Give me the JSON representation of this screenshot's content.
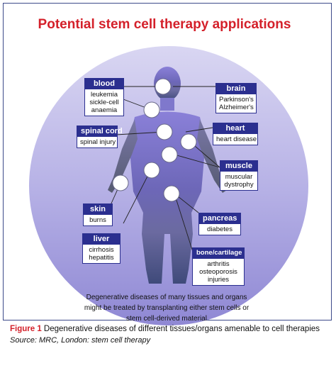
{
  "title": "Potential stem cell therapy applications",
  "labels": {
    "blood": {
      "header": "blood",
      "lines": [
        "leukemia",
        "sickle-cell",
        "anaemia"
      ]
    },
    "brain": {
      "header": "brain",
      "lines": [
        "Parkinson's",
        "Alzheimer's"
      ]
    },
    "spinal_cord": {
      "header": "spinal cord",
      "lines": [
        "spinal injury"
      ]
    },
    "heart": {
      "header": "heart",
      "lines": [
        "heart disease"
      ]
    },
    "muscle": {
      "header": "muscle",
      "lines": [
        "muscular",
        "dystrophy"
      ]
    },
    "skin": {
      "header": "skin",
      "lines": [
        "burns"
      ]
    },
    "pancreas": {
      "header": "pancreas",
      "lines": [
        "diabetes"
      ]
    },
    "liver": {
      "header": "liver",
      "lines": [
        "cirrhosis",
        "hepatitis"
      ]
    },
    "bone": {
      "header": "bone/cartilage",
      "lines": [
        "arthritis",
        "osteoporosis",
        "injuries"
      ]
    }
  },
  "description": [
    "Degenerative diseases of many tissues and organs",
    "might be treated by transplanting either stem cells or",
    "stem cell-derived material"
  ],
  "caption": {
    "figure_label": "Figure 1",
    "text": " Degenerative diseases of different tissues/organs amenable to cell therapies"
  },
  "source": "Source: MRC, London: stem cell therapy",
  "colors": {
    "title": "#d4202a",
    "header_bg": "#2b2f8f",
    "body_top": "#7a74c8",
    "body_bottom": "#4a4a8a"
  }
}
